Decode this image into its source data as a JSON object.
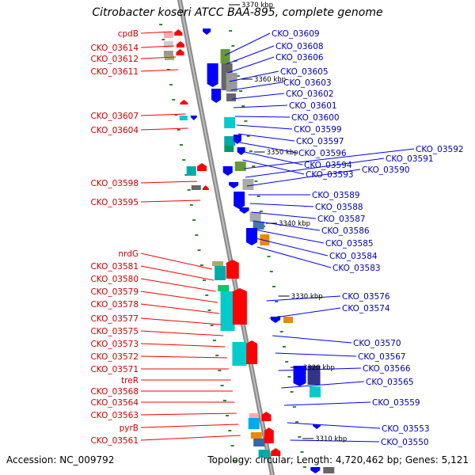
{
  "title": "Citrobacter koseri ATCC BAA-895, complete genome",
  "footer": {
    "accession": "Accession: NC_009792",
    "summary": "Topology: circular; Length: 4,720,462 bp; Genes: 5,121"
  },
  "kbp_ticks": [
    "3370 kbp",
    "3360 kbp",
    "3350 kbp",
    "3340 kbp",
    "3330 kbp",
    "3320 kbp",
    "3310 kbp"
  ],
  "left_labels": [
    "cpdB",
    "CKO_03614",
    "CKO_03612",
    "CKO_03611",
    "CKO_03607",
    "CKO_03604",
    "CKO_03598",
    "CKO_03595",
    "nrdG",
    "CKO_03581",
    "CKO_03580",
    "CKO_03579",
    "CKO_03578",
    "CKO_03577",
    "CKO_03575",
    "CKO_03573",
    "CKO_03572",
    "CKO_03571",
    "treR",
    "CKO_03568",
    "CKO_03564",
    "CKO_03563",
    "pyrB",
    "CKO_03561"
  ],
  "right_labels": [
    "CKO_03609",
    "CKO_03608",
    "CKO_03606",
    "CKO_03605",
    "CKO_03603",
    "CKO_03602",
    "CKO_03601",
    "CKO_03600",
    "CKO_03599",
    "CKO_03597",
    "CKO_03596",
    "CKO_03594",
    "CKO_03593",
    "CKO_03592",
    "CKO_03591",
    "CKO_03590",
    "CKO_03589",
    "CKO_03588",
    "CKO_03587",
    "CKO_03586",
    "CKO_03585",
    "CKO_03584",
    "CKO_03583",
    "CKO_03576",
    "CKO_03574",
    "CKO_03570",
    "CKO_03567",
    "CKO_03566",
    "CKO_03565",
    "CKO_03559",
    "CKO_03553",
    "CKO_03550"
  ],
  "colors": {
    "forward": "#ff0000",
    "reverse": "#0000ff",
    "backbone": "#999999",
    "left_label": "#cc0000",
    "right_label": "#0000b0",
    "dots": "#2a8a2a"
  }
}
